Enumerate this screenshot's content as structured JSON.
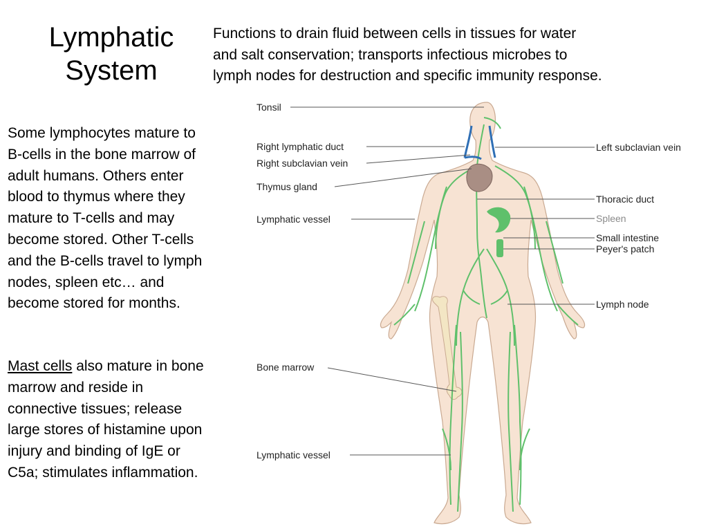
{
  "slide": {
    "title_lines": [
      "Lymphatic",
      "System"
    ],
    "intro_lines": [
      "Functions to drain fluid between cells in tissues for water",
      "and salt conservation; transports infectious microbes to",
      "lymph nodes for destruction and specific immunity response."
    ],
    "lymphocyte_lines": [
      "Some lymphocytes mature to",
      "B-cells in the bone marrow of",
      "adult humans.  Others enter",
      "blood to thymus where they",
      "mature to T-cells and may",
      "become stored.  Other T-cells",
      "and the B-cells travel to lymph",
      "nodes, spleen etc… and",
      "become stored for months."
    ],
    "mast": {
      "term": "Mast cells",
      "first_line_rest": " also mature in bone",
      "lines": [
        "marrow and reside in",
        "connective tissues; release",
        "large stores of histamine upon",
        "injury and binding of IgE or",
        "C5a; stimulates inflammation."
      ]
    }
  },
  "diagram": {
    "labels": {
      "tonsil": "Tonsil",
      "right_lymphatic_duct": "Right lymphatic duct",
      "right_subclavian_vein": "Right subclavian vein",
      "thymus_gland": "Thymus gland",
      "lymphatic_vessel_upper": "Lymphatic vessel",
      "bone_marrow": "Bone marrow",
      "lymphatic_vessel_lower": "Lymphatic vessel",
      "left_subclavian_vein": "Left subclavian vein",
      "thoracic_duct": "Thoracic duct",
      "spleen": "Spleen",
      "small_intestine": "Small intestine",
      "peyers_patch": "Peyer's patch",
      "lymph_node": "Lymph node"
    },
    "colors": {
      "skin": "#f7e3d3",
      "skin_outline": "#c9a991",
      "lymph_green": "#5fc06b",
      "vein_blue": "#2f6fb5",
      "thymus": "#a98e84",
      "bone": "#f3e6c4"
    }
  }
}
